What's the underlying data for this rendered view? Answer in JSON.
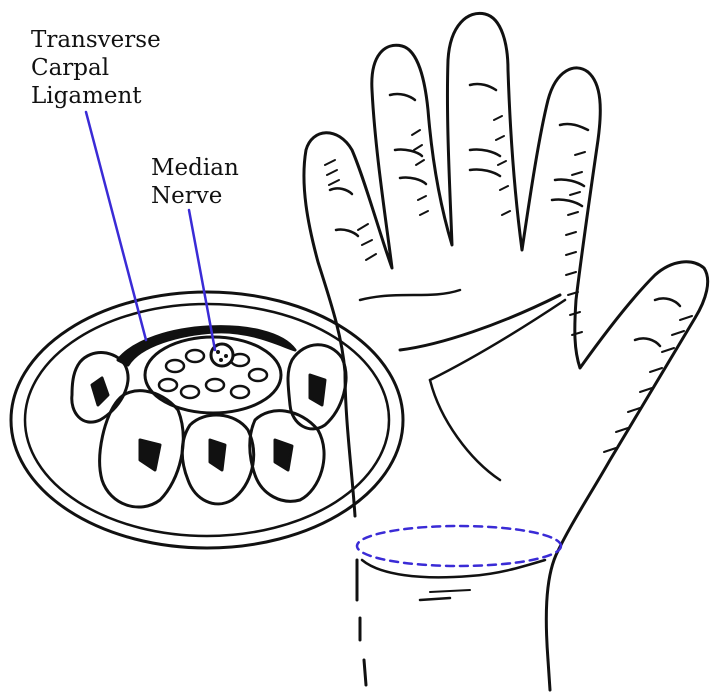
{
  "labels": {
    "transverse_carpal_ligament": [
      "Transverse",
      "Carpal",
      "Ligament"
    ],
    "median_nerve": [
      "Median",
      "Nerve"
    ]
  },
  "colors": {
    "ink": "#111111",
    "leader_line": "#3a2bd6",
    "incision_marker": "#3a2bd6",
    "background": "#ffffff"
  },
  "icons": {
    "hand": "hand-palm-illustration",
    "cross_section": "wrist-cross-section-illustration"
  }
}
